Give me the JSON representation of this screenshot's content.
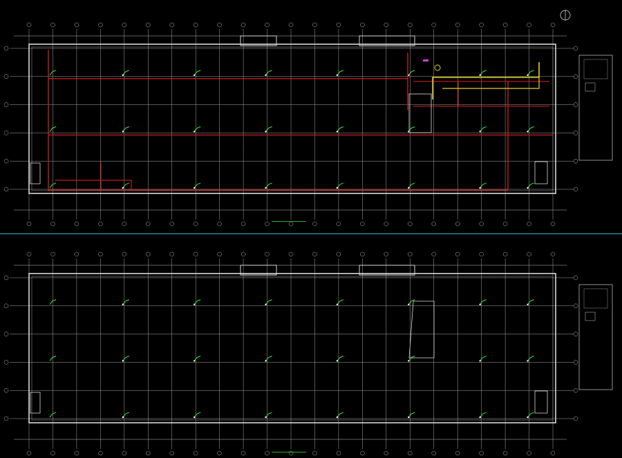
{
  "colors": {
    "background": "#000000",
    "grid": "#bdbdbd",
    "wall": "#d9d9d9",
    "pipe": "#c41e1e",
    "sprinkler": "#2fd42f",
    "highlight_pipe": "#e6d21c",
    "tag": "#d040d0",
    "separator": "#2fb9c2"
  },
  "icons": {
    "north_arrow": "north-arrow-icon",
    "grid_bubble": "grid-bubble-icon",
    "sprinkler_head": "sprinkler-head-icon"
  },
  "plans": [
    {
      "id": "upper",
      "grid_columns": 23,
      "grid_rows": 6,
      "has_piping": true
    },
    {
      "id": "lower",
      "grid_columns": 23,
      "grid_rows": 6,
      "has_piping": false
    }
  ]
}
